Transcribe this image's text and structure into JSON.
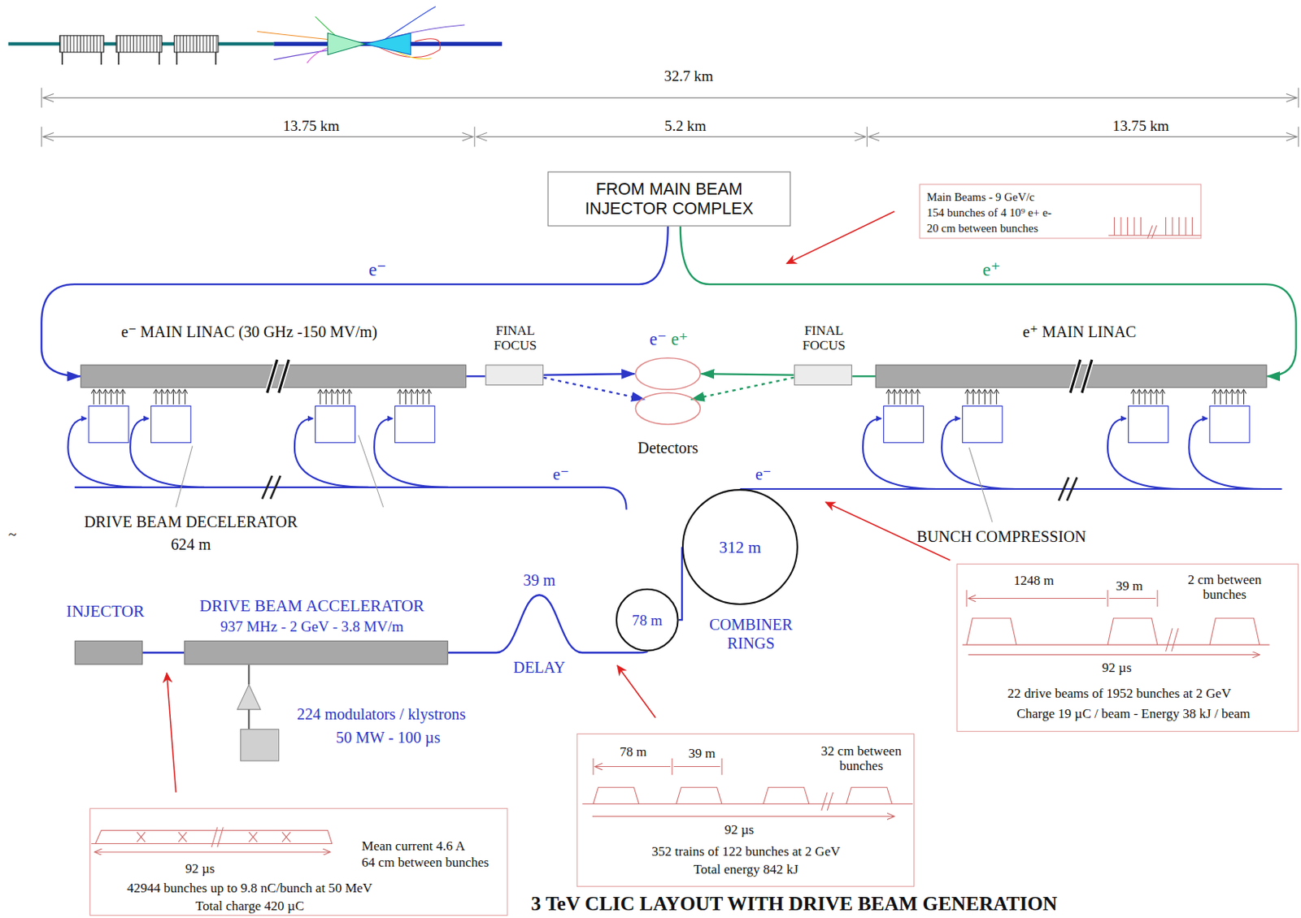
{
  "diagram": {
    "title": "3 TeV CLIC LAYOUT WITH DRIVE BEAM GENERATION",
    "nodes": [
      {
        "text": [
          "FROM MAIN BEAM INJECTOR COMPLEX"
        ]
      },
      {
        "text": [
          "Main Beams - 9 GeV/c",
          "154 bunches of 4 10⁹ e+ e-",
          "20 cm between bunches"
        ]
      },
      {
        "text": [
          "e⁻ MAIN LINAC  (30 GHz -150 MV/m)"
        ]
      },
      {
        "text": [
          "FINAL FOCUS"
        ]
      },
      {
        "text": [
          "e⁻",
          "e⁺"
        ]
      },
      {
        "text": [
          "Detectors"
        ]
      },
      {
        "text": [
          "FINAL FOCUS"
        ]
      },
      {
        "text": [
          "e⁺  MAIN LINAC"
        ]
      },
      {
        "text": [
          "312 m"
        ]
      },
      {
        "text": [
          "78 m"
        ]
      },
      {
        "text": [
          "INJECTOR"
        ]
      },
      {
        "text": [
          "DRIVE BEAM ACCELERATOR",
          "937 MHz - 2 GeV - 3.8 MV/m"
        ]
      },
      {
        "text": [
          "1248 m",
          "39 m",
          "2 cm between bunches",
          "92 µs",
          "22 drive beams of 1952 bunches at 2 GeV",
          "Charge 19 µC / beam - Energy 38 kJ / beam"
        ]
      },
      {
        "text": [
          "78 m",
          "39 m",
          "32 cm between bunches",
          "92 µs",
          "352  trains of 122 bunches at 2 GeV",
          "Total energy 842  kJ"
        ]
      },
      {
        "text": [
          "92 µs",
          "Mean current 4.6 A",
          "64 cm between bunches",
          "42944 bunches up to 9.8  nC/bunch at 50 MeV",
          "Total charge 420 µC"
        ]
      }
    ],
    "edges": [
      {
        "from": 0,
        "to": 2,
        "arrow": "to",
        "label": "e⁻"
      },
      {
        "from": 0,
        "to": 7,
        "arrow": "to",
        "label": "e⁺"
      },
      {
        "from": 2,
        "to": 3,
        "arrow": "none"
      },
      {
        "from": 3,
        "to": 4,
        "arrow": "to"
      },
      {
        "from": 3,
        "to": 5,
        "arrow": "to"
      },
      {
        "from": 7,
        "to": 6,
        "arrow": "none"
      },
      {
        "from": 6,
        "to": 4,
        "arrow": "to"
      },
      {
        "from": 6,
        "to": 5,
        "arrow": "to"
      },
      {
        "from": 10,
        "to": 11,
        "arrow": "none"
      },
      {
        "from": 11,
        "to": 9,
        "arrow": "none"
      },
      {
        "from": 9,
        "to": 8,
        "arrow": "none"
      }
    ],
    "labels": [
      "32.7  km",
      "13.75 km",
      "5.2 km",
      "13.75 km",
      "e⁻",
      "e⁻",
      "DRIVE BEAM DECELERATOR",
      "624 m",
      "BUNCH COMPRESSION",
      "39 m",
      "DELAY",
      "COMBINER RINGS",
      "224 modulators / klystrons",
      "50 MW - 100 µs",
      "~"
    ]
  }
}
